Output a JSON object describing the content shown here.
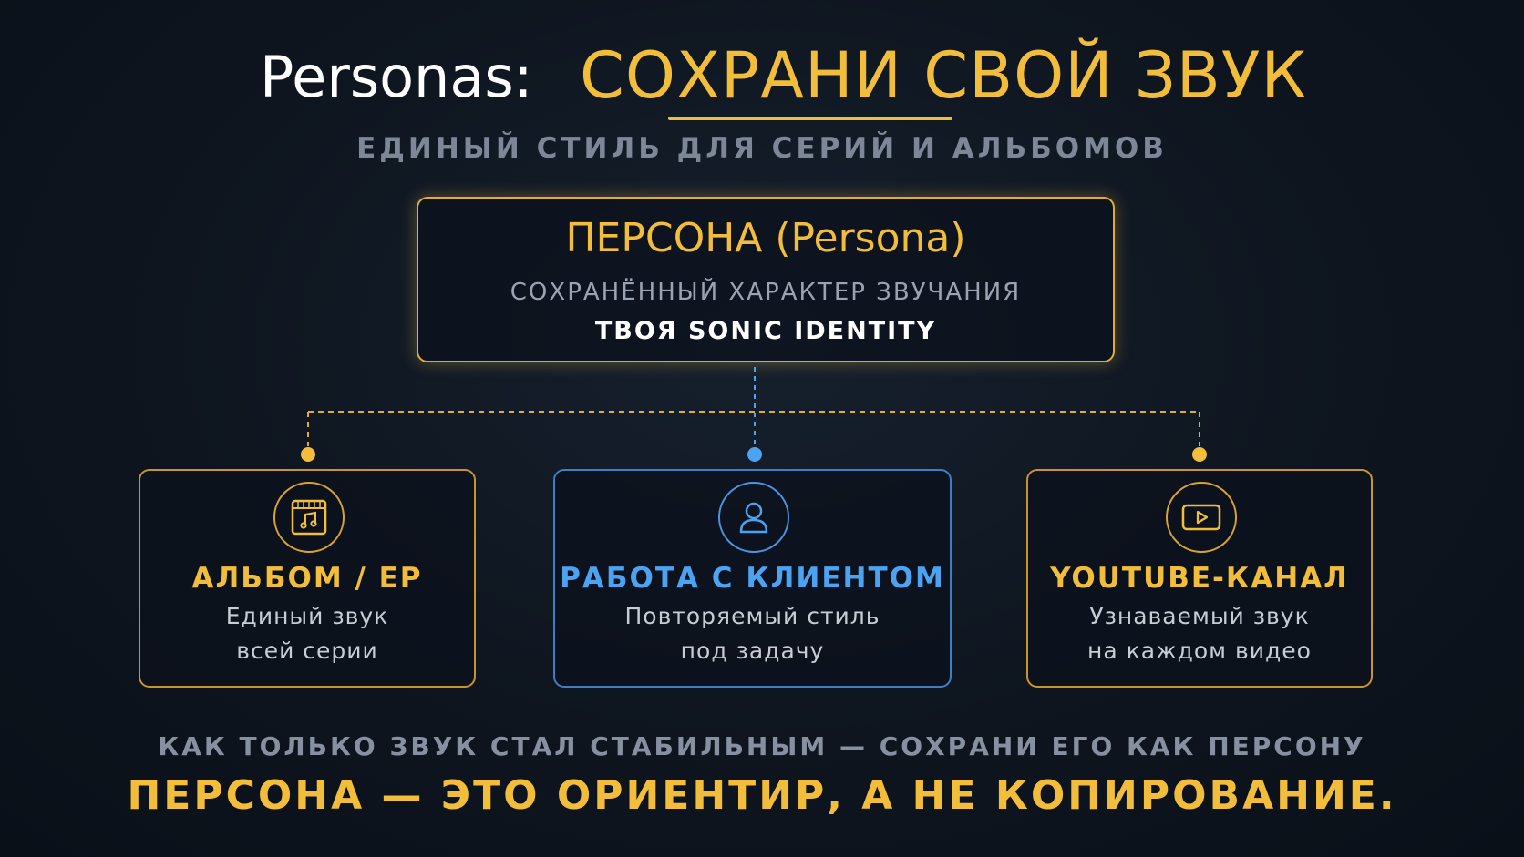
{
  "header": {
    "prefix": "Personas:",
    "title": "СОХРАНИ СВОЙ ЗВУК",
    "subtitle": "ЕДИНЫЙ СТИЛЬ ДЛЯ СЕРИЙ И АЛЬБОМОВ"
  },
  "persona": {
    "title": "ПЕРСОНА (Persona)",
    "subtitle": "СОХРАНЁННЫЙ ХАРАКТЕР ЗВУЧАНИЯ",
    "tagline": "ТВОЯ SONIC IDENTITY"
  },
  "cards": [
    {
      "icon": "album-music-icon",
      "title": "АЛЬБОМ / EP",
      "line1": "Единый звук",
      "line2": "всей серии",
      "color": "#f2bd3a"
    },
    {
      "icon": "user-icon",
      "title": "РАБОТА С КЛИЕНТОМ",
      "line1": "Повторяемый стиль",
      "line2": "под задачу",
      "color": "#4ca3f2"
    },
    {
      "icon": "video-play-icon",
      "title": "YOUTUBE-КАНАЛ",
      "line1": "Узнаваемый звук",
      "line2": "на каждом видео",
      "color": "#f2bd3a"
    }
  ],
  "footer": {
    "note": "КАК ТОЛЬКО ЗВУК СТАЛ СТАБИЛЬНЫМ — СОХРАНИ ЕГО КАК ПЕРСОНУ",
    "main": "ПЕРСОНА — ЭТО ОРИЕНТИР, А НЕ КОПИРОВАНИЕ."
  },
  "colors": {
    "accent": "#f2bd3a",
    "blue": "#4ca3f2",
    "background": "#0e151f"
  }
}
